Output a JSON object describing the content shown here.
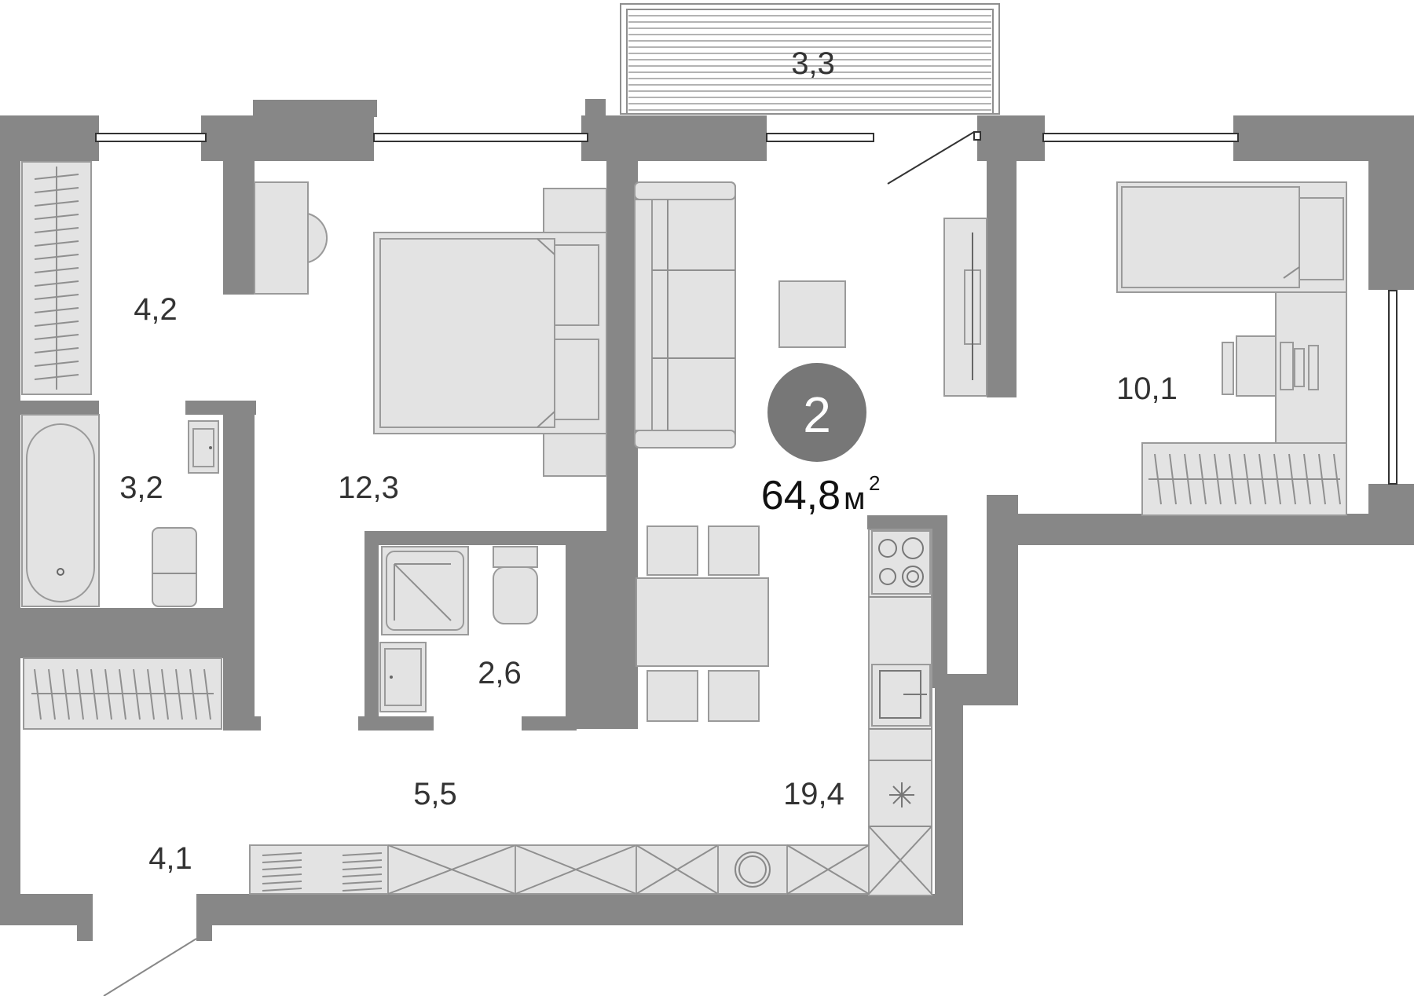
{
  "plan": {
    "rooms_count": "2",
    "total_area": "64,8",
    "total_area_unit": "м",
    "total_area_unit_sup": "2",
    "balcony_area": "3,3",
    "rooms": [
      {
        "key": "closet",
        "area": "4,2"
      },
      {
        "key": "bathroom",
        "area": "3,2"
      },
      {
        "key": "bedroom",
        "area": "12,3"
      },
      {
        "key": "wc",
        "area": "2,6"
      },
      {
        "key": "hall",
        "area": "5,5"
      },
      {
        "key": "entry",
        "area": "4,1"
      },
      {
        "key": "living-kitchen",
        "area": "19,4"
      },
      {
        "key": "kids-room",
        "area": "10,1"
      }
    ]
  },
  "colors": {
    "wall": "#878787",
    "furniture": "#e3e3e3",
    "badge": "#777777"
  }
}
